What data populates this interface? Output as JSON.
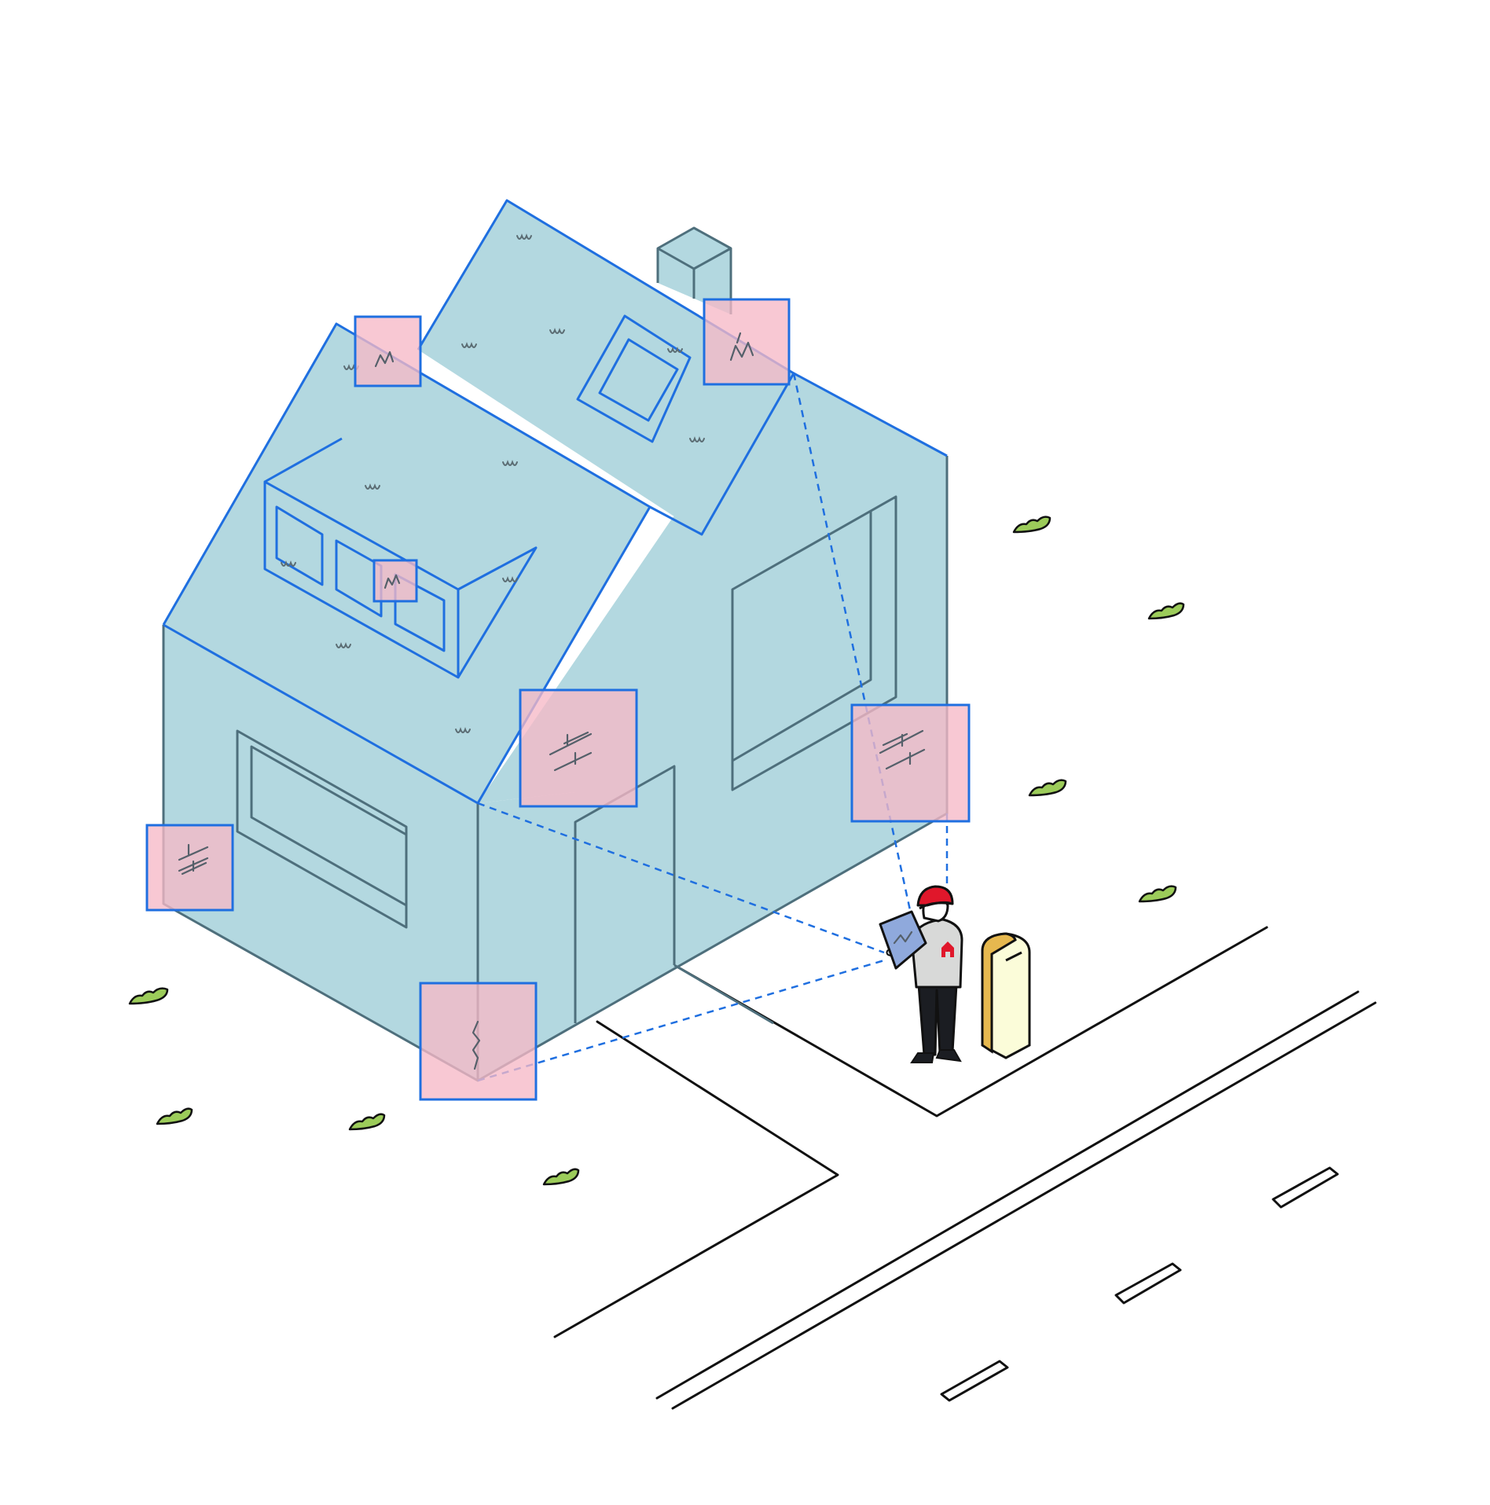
{
  "scene": {
    "subject": "house",
    "inspector": "inspector-figure",
    "colors": {
      "house": "#b3d8e0",
      "scan_outline": "#1f6fe0",
      "defect_marker": "#f6b9c6",
      "grass": "#9ccc5a",
      "helmet": "#e0172b",
      "bollard": "#e6b84f"
    },
    "defect_markers": [
      {
        "id": "roof-left-crack",
        "icon": "crack-icon"
      },
      {
        "id": "dormer-crack",
        "icon": "crack-icon"
      },
      {
        "id": "chimney-roof-crack",
        "icon": "crack-icon"
      },
      {
        "id": "wall-left-brick",
        "icon": "brick-icon"
      },
      {
        "id": "wall-center-brick",
        "icon": "brick-icon"
      },
      {
        "id": "wall-right-brick",
        "icon": "brick-icon"
      },
      {
        "id": "foundation-crack",
        "icon": "crack-icon"
      }
    ]
  }
}
